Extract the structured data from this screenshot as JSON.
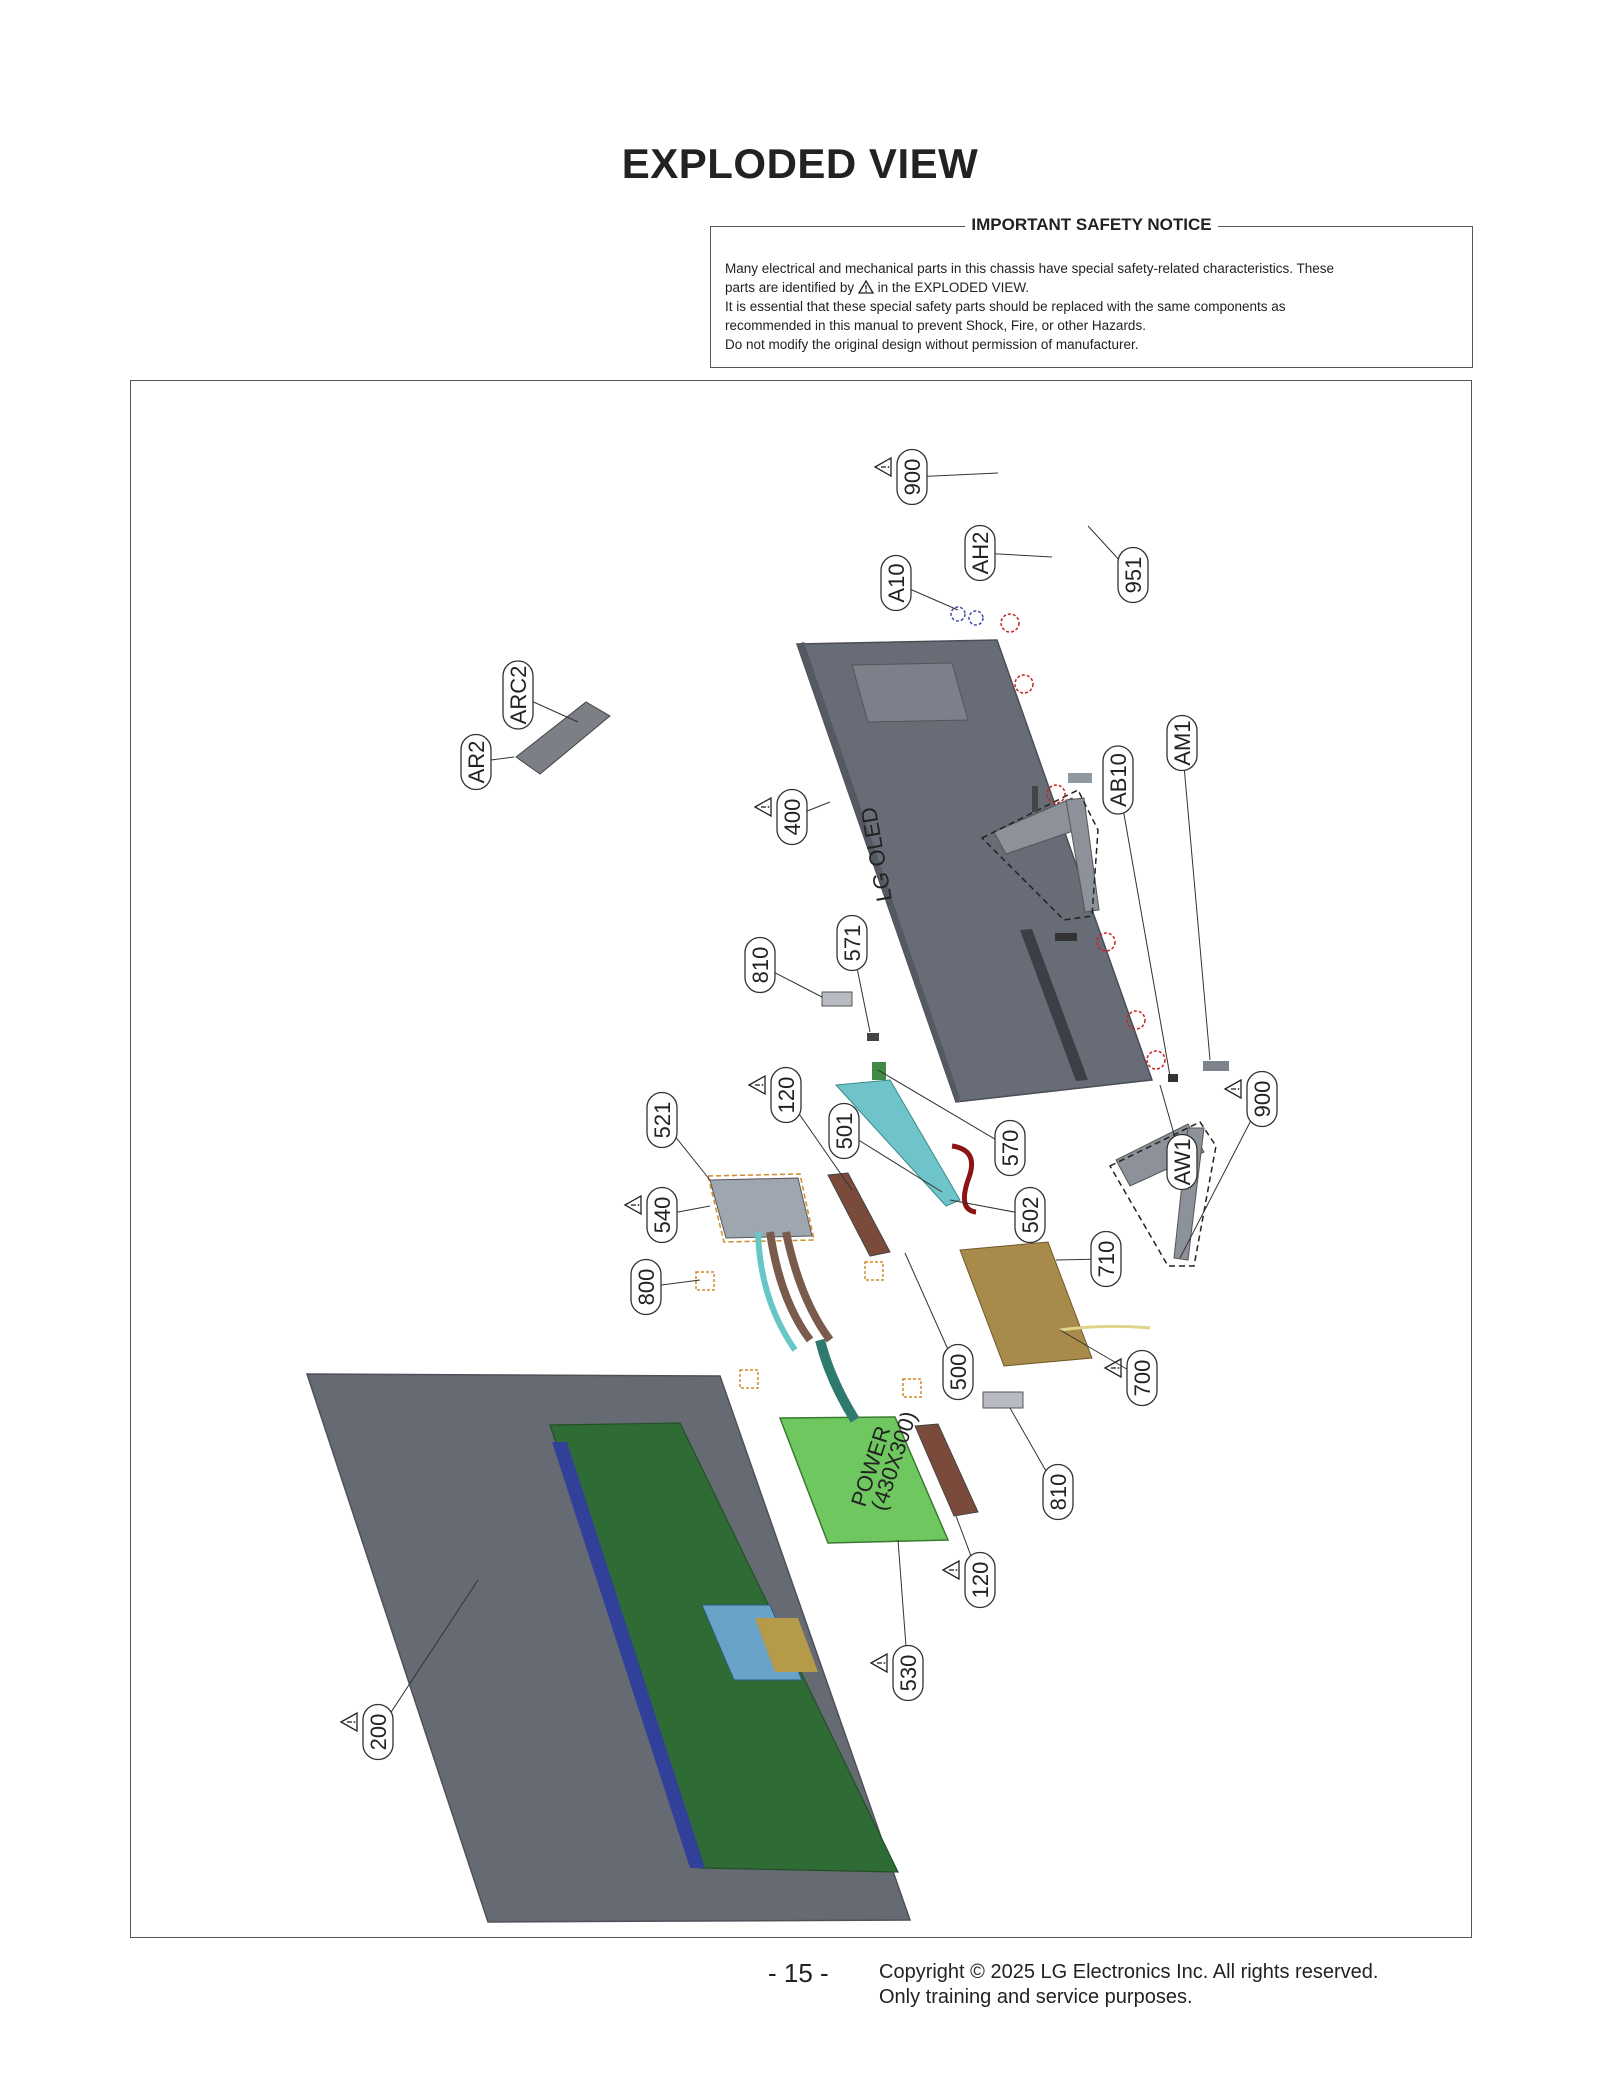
{
  "page": {
    "title": "EXPLODED VIEW",
    "page_number": "- 15 -",
    "copyright_line1": "Copyright © 2025 LG Electronics Inc. All rights reserved.",
    "copyright_line2": "Only training and service purposes."
  },
  "notice": {
    "title": "IMPORTANT SAFETY NOTICE",
    "line1": "Many electrical and mechanical parts in this chassis have special safety-related characteristics. These",
    "line2a": "parts are identified by",
    "line2b": "in the EXPLODED VIEW.",
    "line3": "It is essential that these special safety parts should be replaced with the same components as",
    "line4": "recommended in this manual to prevent Shock, Fire, or other Hazards.",
    "line5": "Do not modify the original design without permission of manufacturer."
  },
  "diagram": {
    "power_board_text1": "POWER",
    "power_board_text2": "(430X300)",
    "rear_cover_logo": "LG OLED",
    "parts": [
      {
        "id": "900",
        "warning": true
      },
      {
        "id": "951",
        "warning": false
      },
      {
        "id": "AH2",
        "warning": false
      },
      {
        "id": "A10",
        "warning": false
      },
      {
        "id": "ARC2",
        "warning": false
      },
      {
        "id": "AR2",
        "warning": false
      },
      {
        "id": "400",
        "warning": true
      },
      {
        "id": "AB10",
        "warning": false
      },
      {
        "id": "AM1",
        "warning": false
      },
      {
        "id": "810",
        "warning": false
      },
      {
        "id": "571",
        "warning": false
      },
      {
        "id": "120",
        "warning": true
      },
      {
        "id": "570",
        "warning": false
      },
      {
        "id": "521",
        "warning": false
      },
      {
        "id": "501",
        "warning": false
      },
      {
        "id": "900",
        "warning": true
      },
      {
        "id": "AW1",
        "warning": false
      },
      {
        "id": "540",
        "warning": true
      },
      {
        "id": "502",
        "warning": false
      },
      {
        "id": "800",
        "warning": false
      },
      {
        "id": "710",
        "warning": false
      },
      {
        "id": "500",
        "warning": false
      },
      {
        "id": "700",
        "warning": true
      },
      {
        "id": "810",
        "warning": false
      },
      {
        "id": "120",
        "warning": true
      },
      {
        "id": "530",
        "warning": true
      },
      {
        "id": "200",
        "warning": true
      }
    ]
  }
}
